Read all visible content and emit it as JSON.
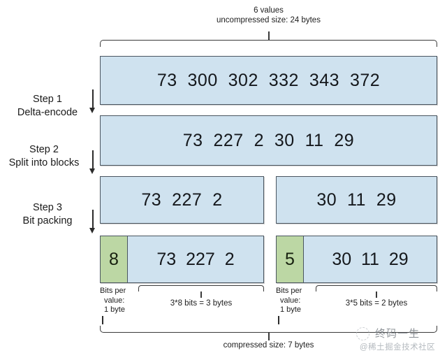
{
  "diagram": {
    "top_caption_line1": "6 values",
    "top_caption_line2": "uncompressed size: 24 bytes",
    "bottom_caption": "compressed size: 7 bytes"
  },
  "steps": [
    {
      "title": "Step 1",
      "subtitle": "Delta-encode"
    },
    {
      "title": "Step 2",
      "subtitle": "Split into blocks"
    },
    {
      "title": "Step 3",
      "subtitle": "Bit packing"
    }
  ],
  "rows": {
    "original": {
      "values": "73  300  302  332  343  372"
    },
    "delta": {
      "values": "73  227  2  30  11  29"
    },
    "blocks": [
      {
        "values": "73  227  2"
      },
      {
        "values": "30  11  29"
      }
    ],
    "packed": [
      {
        "bits": "8",
        "values": "73  227  2"
      },
      {
        "bits": "5",
        "values": "30  11  29"
      }
    ]
  },
  "notes": {
    "bits_per_value_left": "Bits per\n value:\n 1 byte",
    "bits_per_value_left_l1": "Bits per",
    "bits_per_value_left_l2": "value:",
    "bits_per_value_left_l3": "1 byte",
    "bits_per_value_right_l1": "Bits per",
    "bits_per_value_right_l2": "value:",
    "bits_per_value_right_l3": "1 byte",
    "size_left": "3*8 bits = 3 bytes",
    "size_right": "3*5 bits = 2 bytes"
  },
  "watermark": {
    "main": "终码一生",
    "sub": "@稀土掘金技术社区"
  }
}
